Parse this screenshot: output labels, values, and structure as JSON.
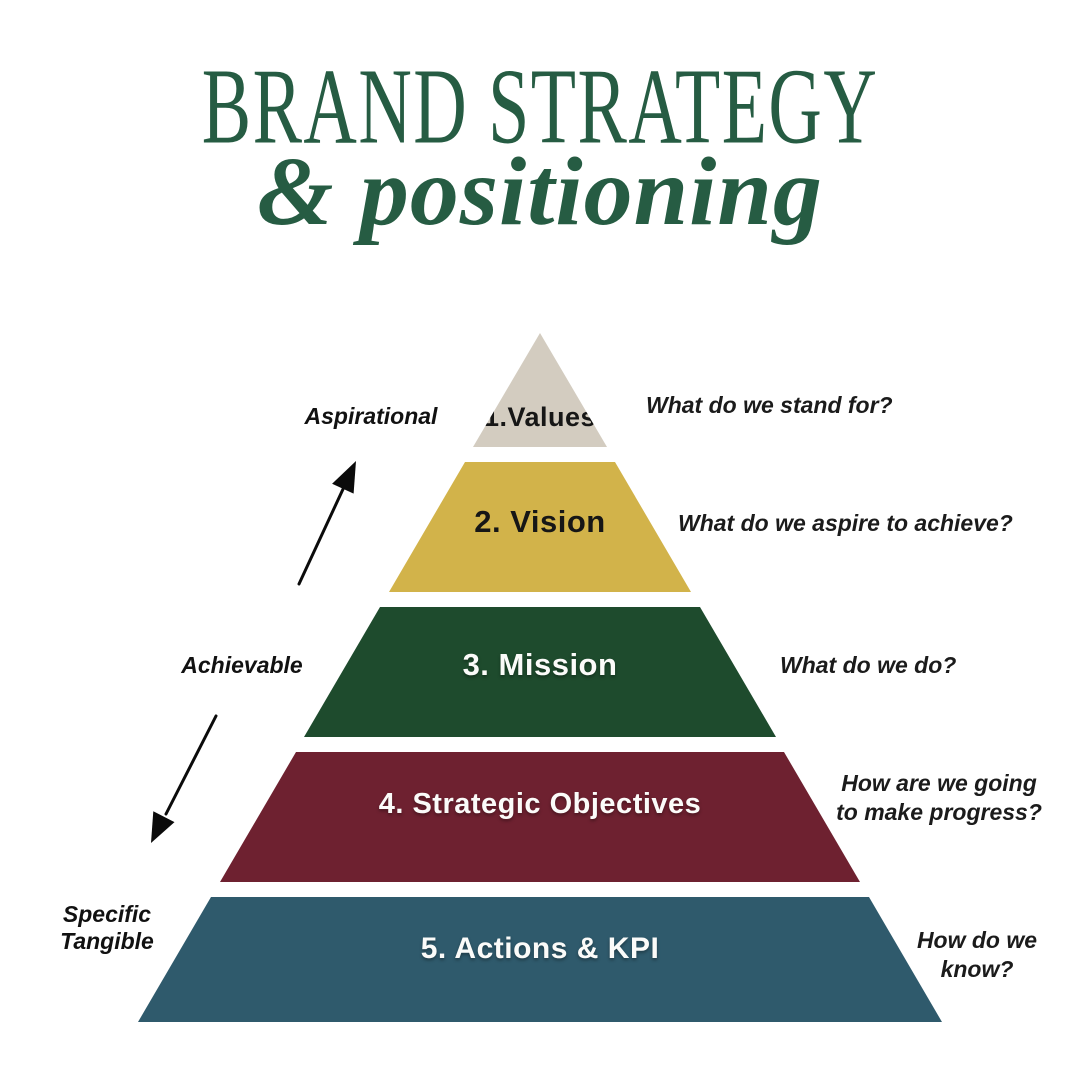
{
  "title": {
    "line1": "BRAND STRATEGY",
    "line2": "& positioning",
    "color": "#265c43"
  },
  "pyramid": {
    "levels": [
      {
        "label": "1.Values",
        "question": "What do we stand for?",
        "color": "#d3ccc0",
        "text_color": "#161616"
      },
      {
        "label": "2. Vision",
        "question": "What do we aspire to achieve?",
        "color": "#d2b34a",
        "text_color": "#161616"
      },
      {
        "label": "3. Mission",
        "question": "What do we do?",
        "color": "#1e4b2d",
        "text_color": "#fbfbf9"
      },
      {
        "label": "4. Strategic Objectives",
        "question": "How are we going to make progress?",
        "color": "#6e2130",
        "text_color": "#fbfbf9"
      },
      {
        "label": "5. Actions & KPI",
        "question": "How do we know?",
        "color": "#2f5a6c",
        "text_color": "#fbfbf9"
      }
    ]
  },
  "annotations": {
    "aspirational": "Aspirational",
    "achievable": "Achievable",
    "specific_tangible": "Specific\nTangible",
    "arrow_color": "#0b0b0b"
  },
  "background_color": "#ffffff"
}
